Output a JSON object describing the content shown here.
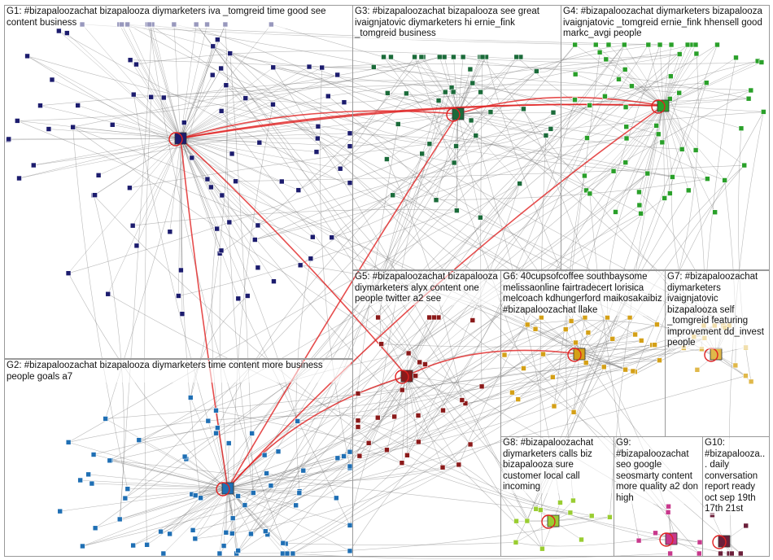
{
  "groups": [
    {
      "id": "G1",
      "label": "G1: #bizapaloozachat bizapalooza diymarketers iva _tomgreid time good see content business",
      "color": "#1c1c6e"
    },
    {
      "id": "G2",
      "label": "G2: #bizapaloozachat bizapalooza diymarketers time content more business people goals a7",
      "color": "#1f6fb4"
    },
    {
      "id": "G3",
      "label": "G3: #bizapaloozachat bizapalooza see great ivaignjatovic diymarketers hi ernie_fink _tomgreid business",
      "color": "#1b6b3a"
    },
    {
      "id": "G4",
      "label": "G4: #bizapaloozachat diymarketers bizapalooza ivaignjatovic _tomgreid ernie_fink hhensell good markc_avgi people",
      "color": "#2aa02a"
    },
    {
      "id": "G5",
      "label": "G5: #bizapaloozachat bizapalooza diymarketers alyx content one people twitter a2 see",
      "color": "#8b1a1a"
    },
    {
      "id": "G6",
      "label": "G6: 40cupsofcoffee southbaysome melissaonline fairtradecert lorisica melcoach kdhungerford maikosakaibiz #bizapaloozachat llake",
      "color": "#d4a017"
    },
    {
      "id": "G7",
      "label": "G7: #bizapaloozachat diymarketers ivaignjatovic bizapalooza self _tomgreid featuring improvement dd_invest people",
      "color": "#e0b84a"
    },
    {
      "id": "G8",
      "label": "G8: #bizapaloozachat diymarketers calls biz bizapalooza sure customer local call incoming",
      "color": "#9acd32"
    },
    {
      "id": "G9",
      "label": "G9: #bizapaloozachat seo google seosmarty content more quality a2 don high",
      "color": "#c8388c"
    },
    {
      "id": "G10",
      "label": "G10: #bizapalooza... daily conversation report ready oct sep 19th 17th 21st",
      "color": "#6b1f3a"
    }
  ],
  "colors": {
    "edge": "#777777",
    "strong_edge": "#e02020",
    "border": "#9a9a9a"
  }
}
